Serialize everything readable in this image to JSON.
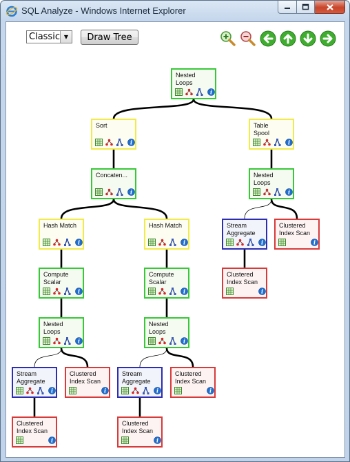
{
  "window": {
    "title": "SQL Analyze - Windows Internet Explorer"
  },
  "toolbar": {
    "view_select": "Classic",
    "draw_button": "Draw Tree",
    "icons": [
      "zoom-in-icon",
      "zoom-out-icon",
      "arrow-left-icon",
      "arrow-up-icon",
      "arrow-down-icon",
      "arrow-right-icon"
    ]
  },
  "tree": {
    "nodes": [
      {
        "id": "n1",
        "label": "Nested\nLoops",
        "color": "green"
      },
      {
        "id": "n2",
        "label": "Sort",
        "color": "yellow"
      },
      {
        "id": "n3",
        "label": "Table\nSpool",
        "color": "yellow"
      },
      {
        "id": "n4",
        "label": "Concaten...",
        "color": "green"
      },
      {
        "id": "n5",
        "label": "Nested\nLoops",
        "color": "green"
      },
      {
        "id": "n6",
        "label": "Hash Match",
        "color": "yellow"
      },
      {
        "id": "n7",
        "label": "Hash Match",
        "color": "yellow"
      },
      {
        "id": "n8",
        "label": "Stream\nAggregate",
        "color": "blue"
      },
      {
        "id": "n9",
        "label": "Clustered\nIndex Scan",
        "color": "red"
      },
      {
        "id": "n10",
        "label": "Compute\nScalar",
        "color": "green"
      },
      {
        "id": "n11",
        "label": "Compute\nScalar",
        "color": "green"
      },
      {
        "id": "n12",
        "label": "Clustered\nIndex Scan",
        "color": "red"
      },
      {
        "id": "n13",
        "label": "Nested\nLoops",
        "color": "green"
      },
      {
        "id": "n14",
        "label": "Nested\nLoops",
        "color": "green"
      },
      {
        "id": "n15",
        "label": "Stream\nAggregate",
        "color": "blue"
      },
      {
        "id": "n16",
        "label": "Clustered\nIndex Scan",
        "color": "red"
      },
      {
        "id": "n17",
        "label": "Stream\nAggregate",
        "color": "blue"
      },
      {
        "id": "n18",
        "label": "Clustered\nIndex Scan",
        "color": "red"
      },
      {
        "id": "n19",
        "label": "Clustered\nIndex Scan",
        "color": "red"
      },
      {
        "id": "n20",
        "label": "Clustered\nIndex Scan",
        "color": "red"
      }
    ],
    "edges": [
      [
        "n1",
        "n2"
      ],
      [
        "n1",
        "n3"
      ],
      [
        "n2",
        "n4"
      ],
      [
        "n3",
        "n5"
      ],
      [
        "n4",
        "n6"
      ],
      [
        "n4",
        "n7"
      ],
      [
        "n5",
        "n8"
      ],
      [
        "n5",
        "n9"
      ],
      [
        "n6",
        "n10"
      ],
      [
        "n7",
        "n11"
      ],
      [
        "n8",
        "n12"
      ],
      [
        "n10",
        "n13"
      ],
      [
        "n11",
        "n14"
      ],
      [
        "n13",
        "n15"
      ],
      [
        "n13",
        "n16"
      ],
      [
        "n14",
        "n17"
      ],
      [
        "n14",
        "n18"
      ],
      [
        "n15",
        "n19"
      ],
      [
        "n17",
        "n20"
      ]
    ],
    "thin_edges": [
      [
        "n5",
        "n8"
      ],
      [
        "n13",
        "n15"
      ],
      [
        "n14",
        "n17"
      ]
    ]
  },
  "colors": {
    "green": "#37c837",
    "yellow": "#f0ea4a",
    "blue": "#2d2db2",
    "red": "#d83a3a"
  }
}
